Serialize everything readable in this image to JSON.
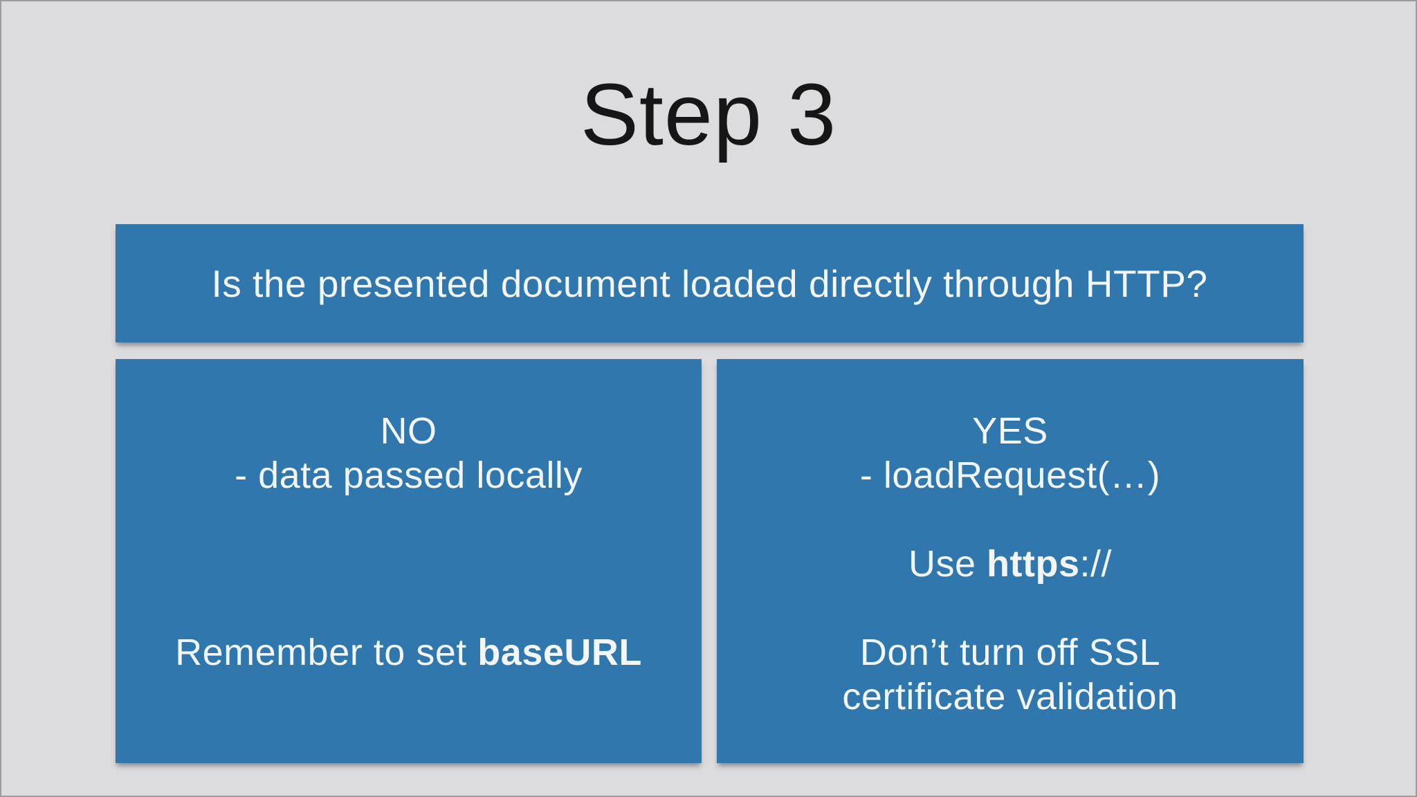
{
  "slide": {
    "title": "Step 3",
    "question_banner": "Is the presented document loaded directly through HTTP?",
    "no_box": {
      "heading": "NO",
      "detail": "- data passed locally",
      "note_prefix": "Remember to set ",
      "note_bold": "baseURL"
    },
    "yes_box": {
      "heading": "YES",
      "detail": "- loadRequest(…)",
      "use_prefix": "Use ",
      "use_bold": "https",
      "use_suffix": "://",
      "warning_line1": "Don’t turn off SSL",
      "warning_line2": "certificate validation"
    }
  },
  "colors": {
    "background": "#dcdcde",
    "panel_blue": "#2f77ad",
    "panel_text": "#f3f6f8",
    "title_text": "#161616"
  }
}
